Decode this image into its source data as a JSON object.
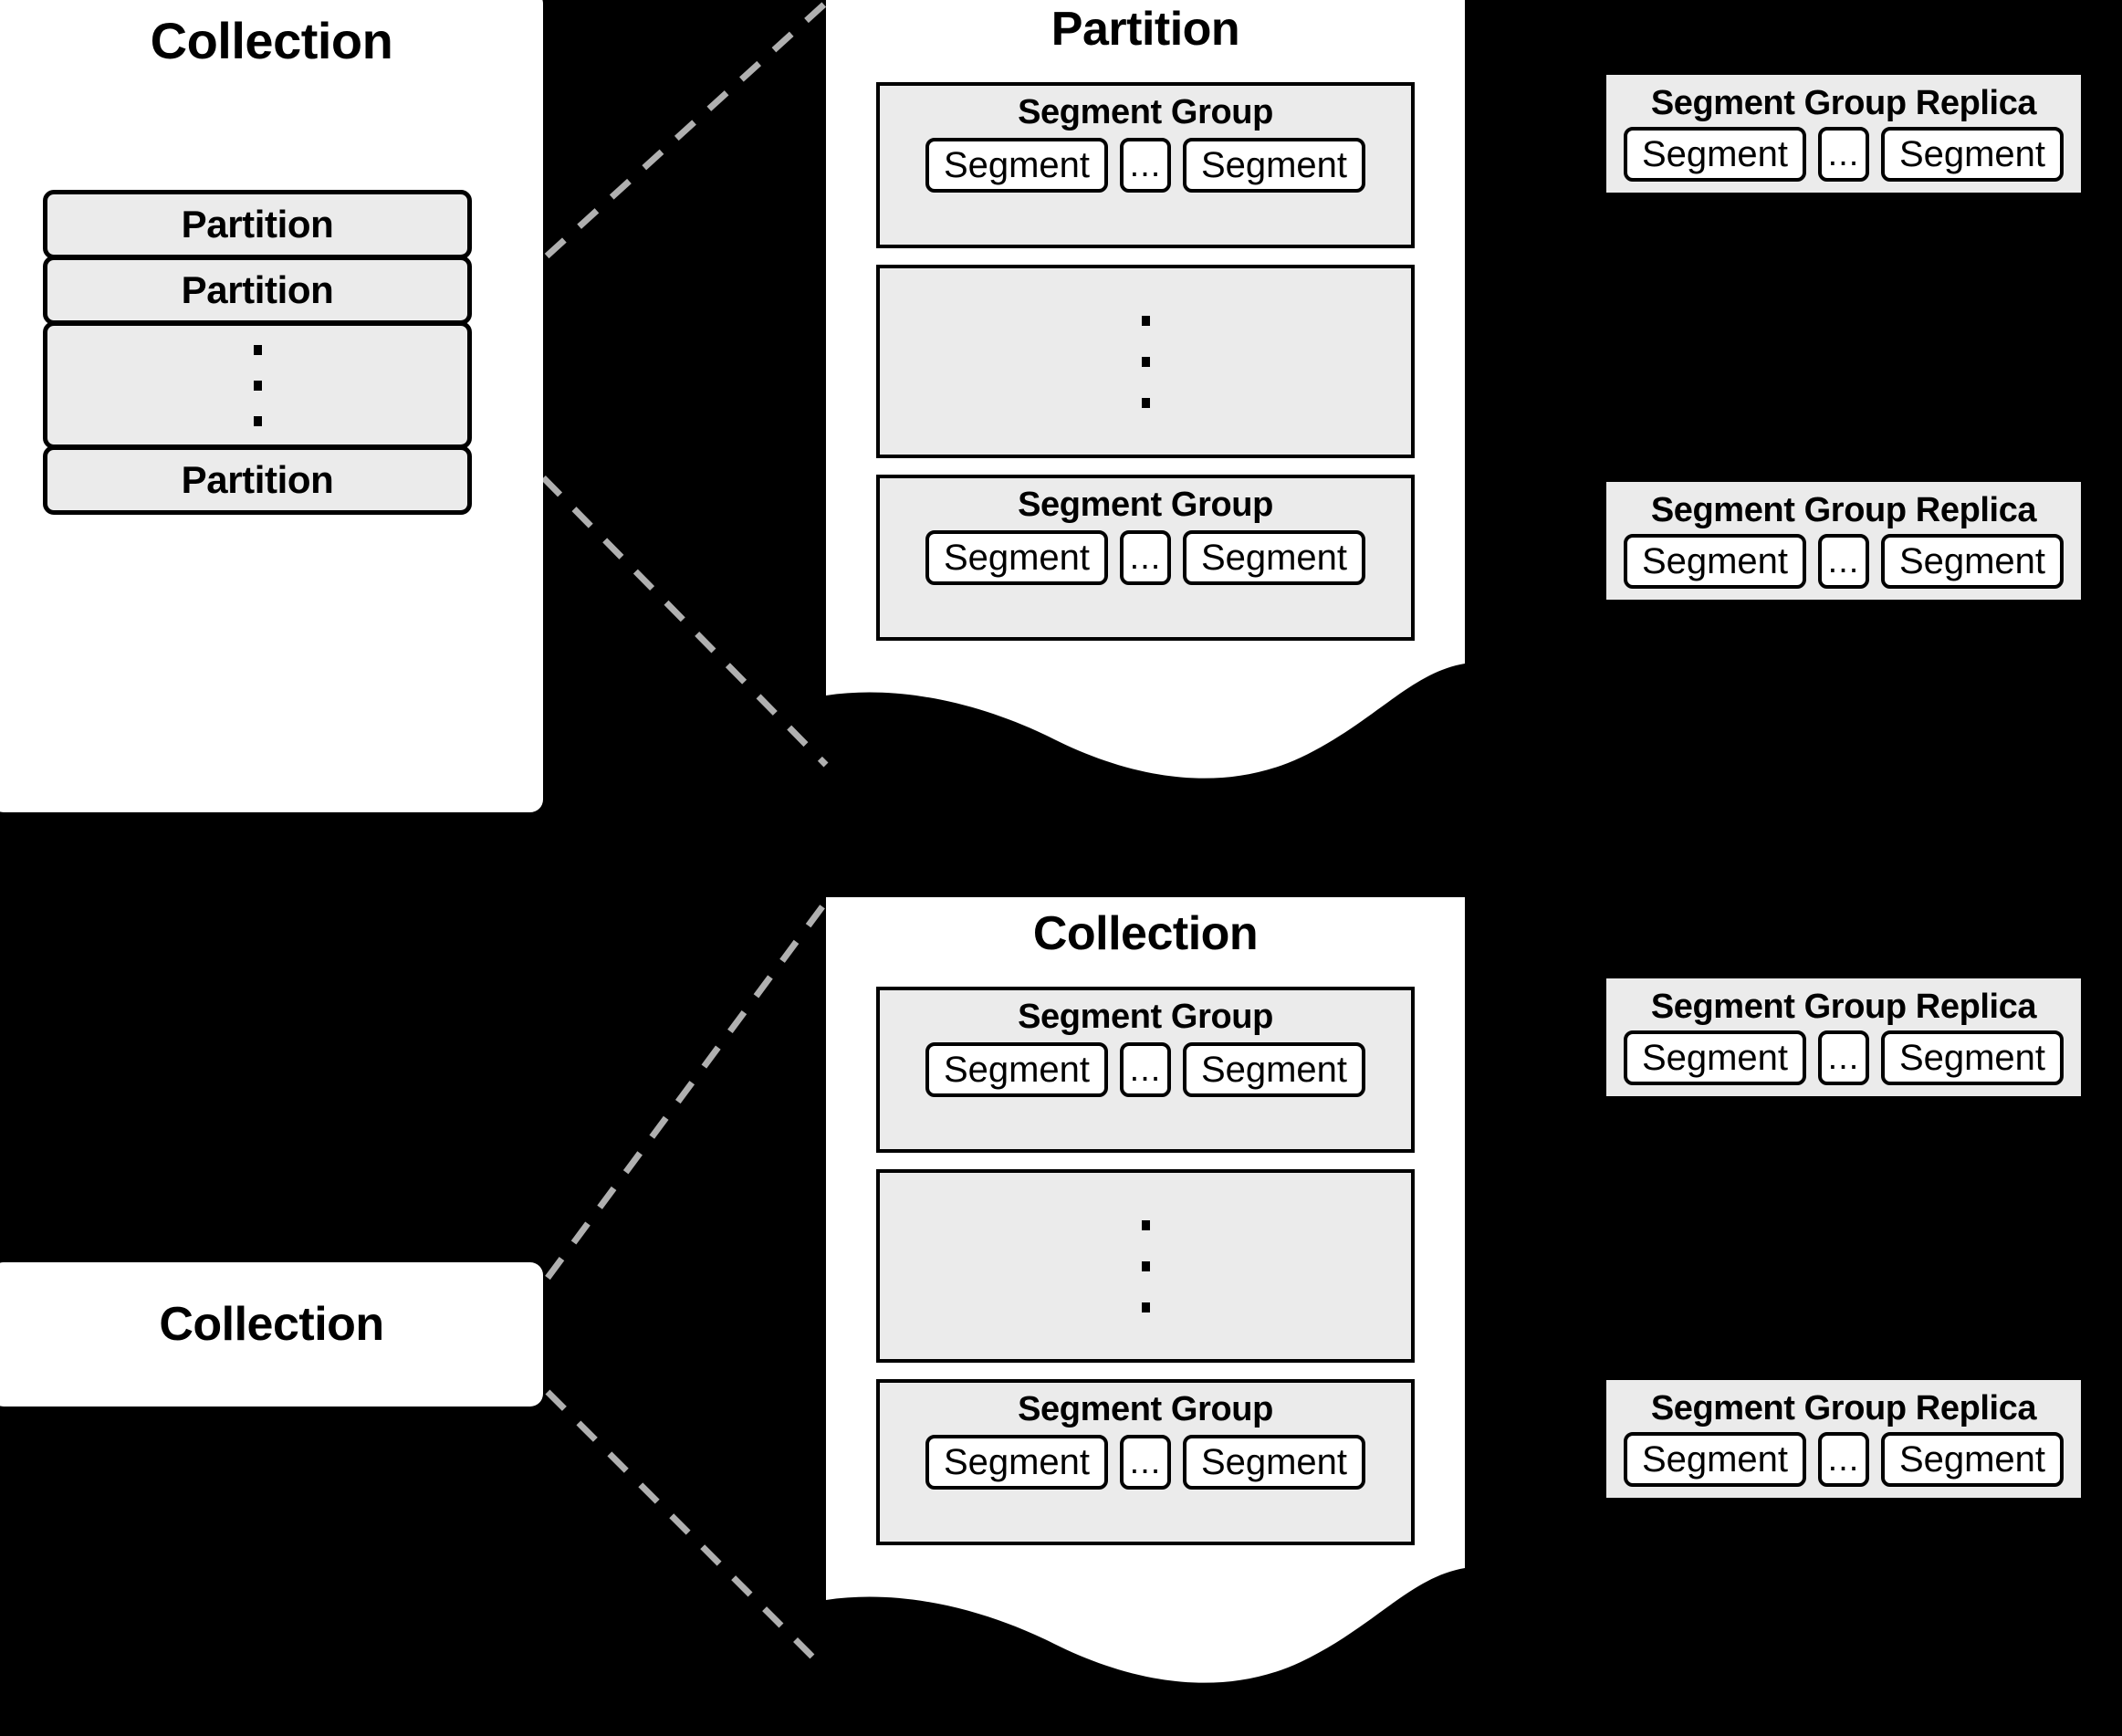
{
  "diagram": {
    "title": "Collection / Partition / Segment Group hierarchy",
    "colors": {
      "background": "#000000",
      "panel": "#ffffff",
      "box_fill": "#ebebeb",
      "stroke": "#000000",
      "connector": "#b0b0b0"
    }
  },
  "labels": {
    "collection": "Collection",
    "partition": "Partition",
    "segment_group": "Segment Group",
    "segment_group_replica": "Segment Group Replica",
    "segment": "Segment",
    "ellipsis": "..."
  },
  "collection_top": {
    "title": "Collection",
    "partitions": [
      {
        "type": "label",
        "label": "Partition"
      },
      {
        "type": "label",
        "label": "Partition"
      },
      {
        "type": "ellipsis",
        "label": ""
      },
      {
        "type": "label",
        "label": "Partition"
      }
    ]
  },
  "collection_bottom": {
    "title": "Collection"
  },
  "partition_sheet": {
    "title": "Partition",
    "groups": [
      {
        "type": "group",
        "title": "Segment Group",
        "segments": [
          {
            "label": "Segment"
          },
          {
            "label": "..."
          },
          {
            "label": "Segment"
          }
        ]
      },
      {
        "type": "ellipsis",
        "title": "",
        "segments": []
      },
      {
        "type": "group",
        "title": "Segment Group",
        "segments": [
          {
            "label": "Segment"
          },
          {
            "label": "..."
          },
          {
            "label": "Segment"
          }
        ]
      }
    ]
  },
  "collection_sheet": {
    "title": "Collection",
    "groups": [
      {
        "type": "group",
        "title": "Segment Group",
        "segments": [
          {
            "label": "Segment"
          },
          {
            "label": "..."
          },
          {
            "label": "Segment"
          }
        ]
      },
      {
        "type": "ellipsis",
        "title": "",
        "segments": []
      },
      {
        "type": "group",
        "title": "Segment Group",
        "segments": [
          {
            "label": "Segment"
          },
          {
            "label": "..."
          },
          {
            "label": "Segment"
          }
        ]
      }
    ]
  },
  "replicas": [
    {
      "title": "Segment Group Replica",
      "segments": [
        {
          "label": "Segment"
        },
        {
          "label": "..."
        },
        {
          "label": "Segment"
        }
      ]
    },
    {
      "title": "Segment Group Replica",
      "segments": [
        {
          "label": "Segment"
        },
        {
          "label": "..."
        },
        {
          "label": "Segment"
        }
      ]
    },
    {
      "title": "Segment Group Replica",
      "segments": [
        {
          "label": "Segment"
        },
        {
          "label": "..."
        },
        {
          "label": "Segment"
        }
      ]
    },
    {
      "title": "Segment Group Replica",
      "segments": [
        {
          "label": "Segment"
        },
        {
          "label": "..."
        },
        {
          "label": "Segment"
        }
      ]
    }
  ]
}
